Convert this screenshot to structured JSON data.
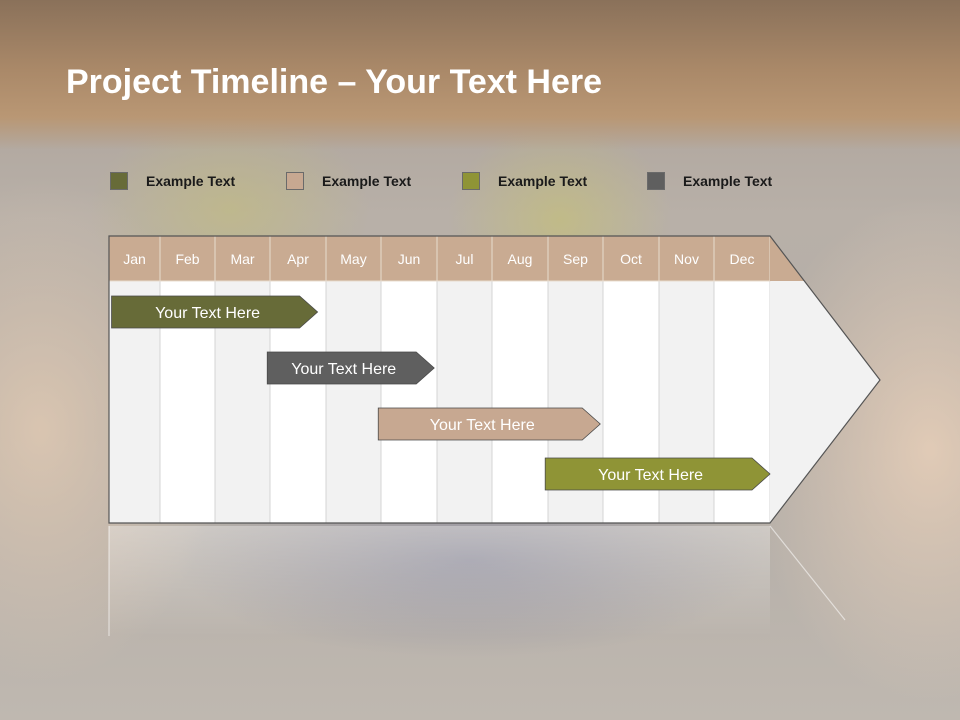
{
  "title": {
    "bold": "Project Timeline",
    "rest": " – Your Text Here"
  },
  "legend": [
    {
      "label": "Example Text",
      "color": "#676b38"
    },
    {
      "label": "Example Text",
      "color": "#c7a891"
    },
    {
      "label": "Example Text",
      "color": "#8f9436"
    },
    {
      "label": "Example Text",
      "color": "#5f5f5f"
    }
  ],
  "months": [
    "Jan",
    "Feb",
    "Mar",
    "Apr",
    "May",
    "Jun",
    "Jul",
    "Aug",
    "Sep",
    "Oct",
    "Nov",
    "Dec"
  ],
  "tasks": [
    {
      "label": "Your  Text Here",
      "color": "#676b38",
      "start_month": 0.05,
      "end_month": 3.85
    },
    {
      "label": "Your  Text Here",
      "color": "#5f5f5f",
      "start_month": 2.95,
      "end_month": 5.95
    },
    {
      "label": "Your  Text Here",
      "color": "#c7a891",
      "start_month": 4.95,
      "end_month": 8.95
    },
    {
      "label": "Your  Text Here",
      "color": "#8f9436",
      "start_month": 7.95,
      "end_month": 12.0
    }
  ],
  "colors": {
    "header": "#c9ab92",
    "col_light": "#f2f2f2",
    "col_white": "#ffffff"
  }
}
